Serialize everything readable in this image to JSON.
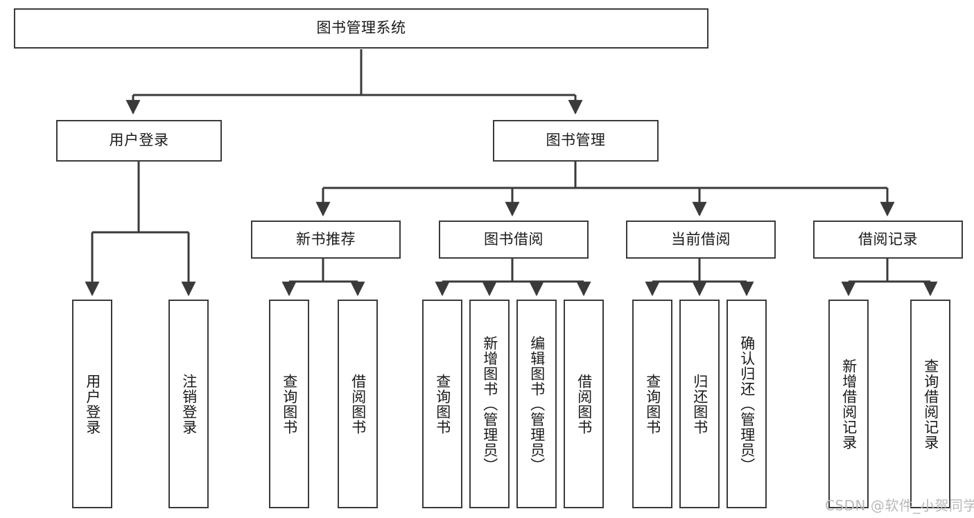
{
  "diagram": {
    "type": "tree-hierarchy-flowchart",
    "title": "图书管理系统",
    "stroke_color": "#3a3a3a",
    "fill_color": "#ffffff",
    "text_color": "#1a1a1a",
    "nodes": {
      "root": {
        "label": "图书管理系统",
        "level": 0,
        "orientation": "horizontal"
      },
      "l1": [
        {
          "id": "user-login",
          "label": "用户登录",
          "orientation": "horizontal"
        },
        {
          "id": "book-management",
          "label": "图书管理",
          "orientation": "horizontal"
        }
      ],
      "l2": [
        {
          "id": "new-book-recommend",
          "label": "新书推荐",
          "orientation": "horizontal"
        },
        {
          "id": "book-borrow",
          "label": "图书借阅",
          "orientation": "horizontal"
        },
        {
          "id": "current-borrow",
          "label": "当前借阅",
          "orientation": "horizontal"
        },
        {
          "id": "borrow-record",
          "label": "借阅记录",
          "orientation": "horizontal"
        }
      ],
      "leaves": {
        "user-login": [
          {
            "id": "leaf-user-login",
            "label": "用户登录",
            "orientation": "vertical"
          },
          {
            "id": "leaf-logout-login",
            "label": "注销登录",
            "orientation": "vertical"
          }
        ],
        "new-book-recommend": [
          {
            "id": "leaf-query-book-1",
            "label": "查询图书",
            "orientation": "vertical"
          },
          {
            "id": "leaf-borrow-book-1",
            "label": "借阅图书",
            "orientation": "vertical"
          }
        ],
        "book-borrow": [
          {
            "id": "leaf-query-book-2",
            "label": "查询图书",
            "orientation": "vertical"
          },
          {
            "id": "leaf-add-book",
            "label": "新增图书（管理员）",
            "orientation": "vertical"
          },
          {
            "id": "leaf-edit-book",
            "label": "编辑图书（管理员）",
            "orientation": "vertical"
          },
          {
            "id": "leaf-borrow-book-2",
            "label": "借阅图书",
            "orientation": "vertical"
          }
        ],
        "current-borrow": [
          {
            "id": "leaf-query-book-3",
            "label": "查询图书",
            "orientation": "vertical"
          },
          {
            "id": "leaf-return-book",
            "label": "归还图书",
            "orientation": "vertical"
          },
          {
            "id": "leaf-confirm-return",
            "label": "确认归还（管理员）",
            "orientation": "vertical"
          }
        ],
        "borrow-record": [
          {
            "id": "leaf-add-record",
            "label": "新增借阅记录",
            "orientation": "vertical"
          },
          {
            "id": "leaf-query-record",
            "label": "查询借阅记录",
            "orientation": "vertical"
          }
        ]
      }
    }
  },
  "watermark": {
    "text": "CSDN @软件_小贺同学"
  }
}
